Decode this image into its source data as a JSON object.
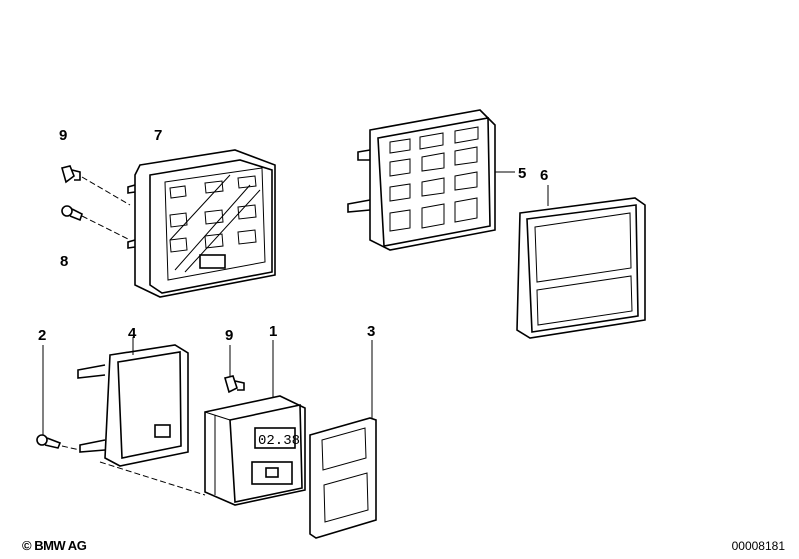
{
  "diagram": {
    "callouts": [
      {
        "id": "label-9-top",
        "text": "9"
      },
      {
        "id": "label-7",
        "text": "7"
      },
      {
        "id": "label-8",
        "text": "8"
      },
      {
        "id": "label-5",
        "text": "5"
      },
      {
        "id": "label-6",
        "text": "6"
      },
      {
        "id": "label-2",
        "text": "2"
      },
      {
        "id": "label-4",
        "text": "4"
      },
      {
        "id": "label-9-bottom",
        "text": "9"
      },
      {
        "id": "label-1",
        "text": "1"
      },
      {
        "id": "label-3",
        "text": "3"
      }
    ],
    "clock_display": "02.38"
  },
  "footer": {
    "copyright": "© BMW AG",
    "doc_id": "00008181"
  }
}
